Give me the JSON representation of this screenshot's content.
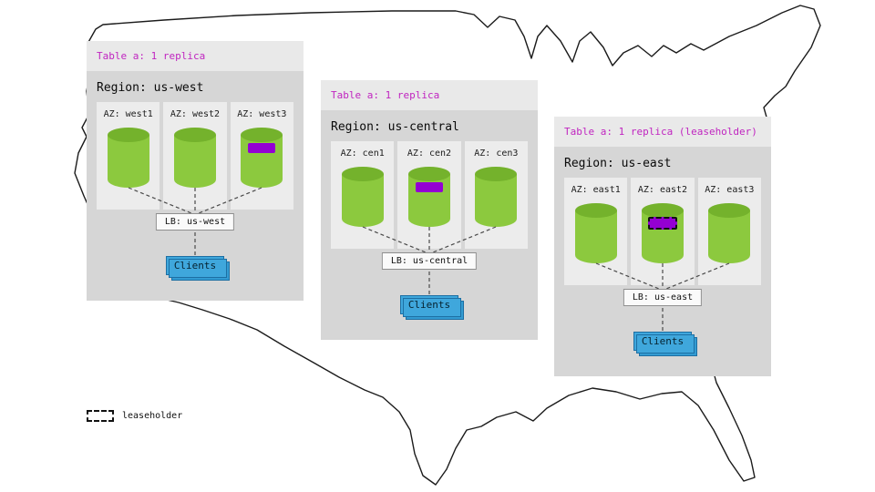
{
  "colors": {
    "table_header_magenta": "#c025c0",
    "cylinder_green": "#8cc93e",
    "replica_purple": "#9400d3",
    "clients_blue": "#3fa7dc",
    "panel_gray": "#d6d6d6"
  },
  "legend": {
    "leaseholder_label": "leaseholder"
  },
  "regions": [
    {
      "table_label": "Table a: 1 replica",
      "region_label": "Region: us-west",
      "azs": [
        {
          "label": "AZ: west1",
          "replica": false,
          "leaseholder": false
        },
        {
          "label": "AZ: west2",
          "replica": false,
          "leaseholder": false
        },
        {
          "label": "AZ: west3",
          "replica": true,
          "leaseholder": false
        }
      ],
      "lb_label": "LB: us-west",
      "clients_label": "Clients"
    },
    {
      "table_label": "Table a: 1 replica",
      "region_label": "Region: us-central",
      "azs": [
        {
          "label": "AZ: cen1",
          "replica": false,
          "leaseholder": false
        },
        {
          "label": "AZ: cen2",
          "replica": true,
          "leaseholder": false
        },
        {
          "label": "AZ: cen3",
          "replica": false,
          "leaseholder": false
        }
      ],
      "lb_label": "LB: us-central",
      "clients_label": "Clients"
    },
    {
      "table_label": "Table a: 1 replica (leaseholder)",
      "region_label": "Region: us-east",
      "azs": [
        {
          "label": "AZ: east1",
          "replica": false,
          "leaseholder": false
        },
        {
          "label": "AZ: east2",
          "replica": true,
          "leaseholder": true
        },
        {
          "label": "AZ: east3",
          "replica": false,
          "leaseholder": false
        }
      ],
      "lb_label": "LB: us-east",
      "clients_label": "Clients"
    }
  ]
}
